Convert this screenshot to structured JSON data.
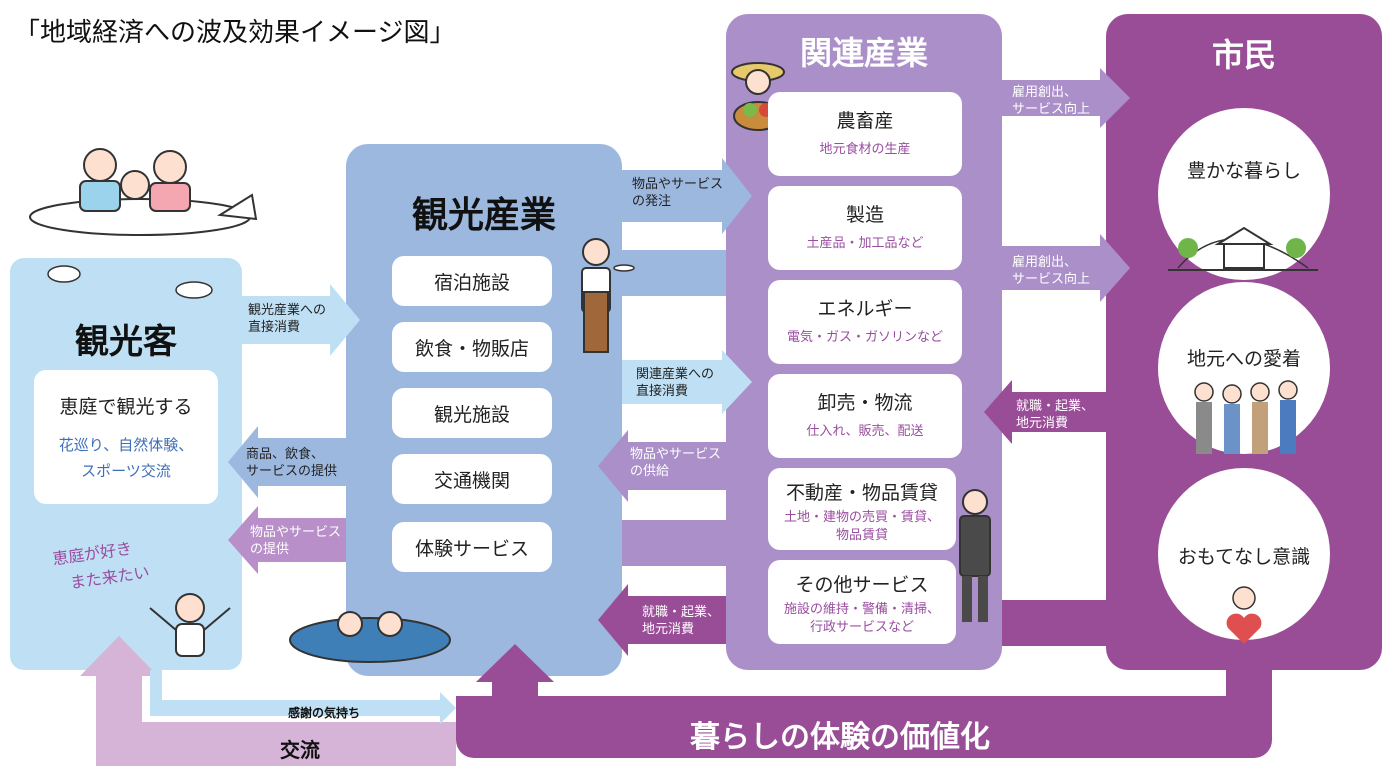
{
  "title": "「地域経済への波及効果イメージ図」",
  "tourist": {
    "heading": "観光客",
    "main": "恵庭で観光する",
    "sub_lines": [
      "花巡り、自然体験、",
      "スポーツ交流"
    ],
    "voice_lines": [
      "恵庭が好き",
      "また来たい"
    ]
  },
  "industry": {
    "heading": "観光産業",
    "items": [
      "宿泊施設",
      "飲食・物販店",
      "観光施設",
      "交通機関",
      "体験サービス"
    ]
  },
  "related": {
    "heading": "関連産業",
    "items": [
      {
        "name": "農畜産",
        "sub": "地元食材の生産"
      },
      {
        "name": "製造",
        "sub": "土産品・加工品など"
      },
      {
        "name": "エネルギー",
        "sub": "電気・ガス・ガソリンなど"
      },
      {
        "name": "卸売・物流",
        "sub": "仕入れ、販売、配送"
      },
      {
        "name": "不動産・物品賃貸",
        "sub": "土地・建物の売買・賃貸、\n物品賃貸"
      },
      {
        "name": "その他サービス",
        "sub": "施設の維持・警備・清掃、\n行政サービスなど"
      }
    ]
  },
  "citizen": {
    "heading": "市民",
    "items": [
      "豊かな暮らし",
      "地元への愛着",
      "おもてなし意識"
    ]
  },
  "flows": {
    "tourist_to_industry": "観光産業への\n直接消費",
    "industry_to_tourist_goods": "商品、飲食、\nサービスの提供",
    "industry_to_tourist_supply": "物品やサービス\nの提供",
    "industry_to_related_order": "物品やサービス\nの発注",
    "industry_to_related_direct": "関連産業への\n直接消費",
    "related_to_industry_supply": "物品やサービス\nの供給",
    "related_to_industry_jobs": "就職・起業、\n地元消費",
    "related_to_citizen_jobs_1": "雇用創出、\nサービス向上",
    "related_to_citizen_jobs_2": "雇用創出、\nサービス向上",
    "citizen_to_related_jobs": "就職・起業、\n地元消費"
  },
  "bottom": {
    "thanks": "感謝の気持ち",
    "exchange": "交流",
    "value": "暮らしの体験の価値化"
  },
  "colors": {
    "tourist_panel": "#bfe0f4",
    "industry_panel": "#9cb8df",
    "related_panel": "#ab8fc9",
    "citizen_panel": "#9a4d97",
    "accent_purple": "#9a4da0",
    "accent_blue": "#3d6fb8"
  }
}
